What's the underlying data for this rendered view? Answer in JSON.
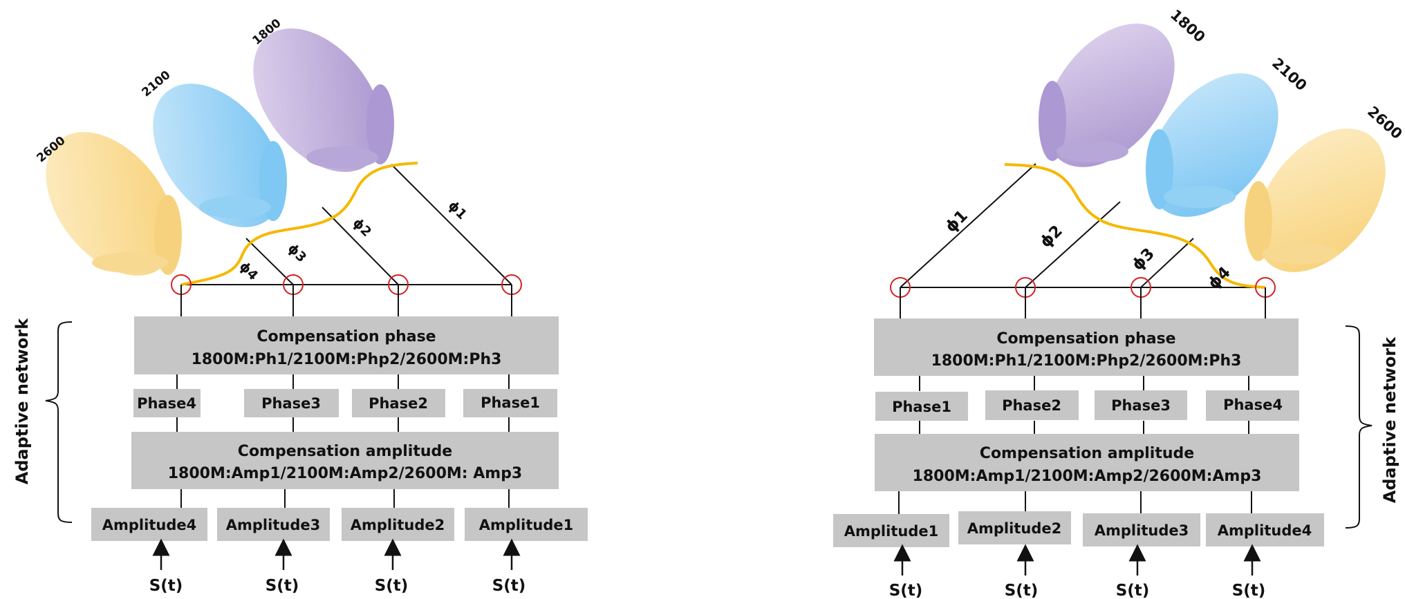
{
  "colors": {
    "box_fill": "#c6c6c6",
    "wavefront": "#f5b800",
    "element_circle": "#d42020",
    "lobe_1800": "#c9b8e0",
    "lobe_2100": "#a9d8f7",
    "lobe_2600": "#fbe2a6",
    "line": "#111111"
  },
  "left": {
    "side_label": "Adaptive network",
    "band_labels": [
      "1800",
      "2100",
      "2600"
    ],
    "phase_symbols": [
      "ϕ1",
      "ϕ2",
      "ϕ3",
      "ϕ4"
    ],
    "compensation_phase": {
      "title": "Compensation phase",
      "detail": "1800M:Ph1/2100M:Php2/2600M:Ph3"
    },
    "phases": [
      "Phase4",
      "Phase3",
      "Phase2",
      "Phase1"
    ],
    "compensation_amplitude": {
      "title": "Compensation amplitude",
      "detail": "1800M:Amp1/2100M:Amp2/2600M: Amp3"
    },
    "amplitudes": [
      "Amplitude4",
      "Amplitude3",
      "Amplitude2",
      "Amplitude1"
    ],
    "signals": [
      "S(t)",
      "S(t)",
      "S(t)",
      "S(t)"
    ]
  },
  "right": {
    "side_label": "Adaptive network",
    "band_labels": [
      "1800",
      "2100",
      "2600"
    ],
    "phase_symbols": [
      "ϕ1",
      "ϕ2",
      "ϕ3",
      "ϕ4"
    ],
    "compensation_phase": {
      "title": "Compensation phase",
      "detail": "1800M:Ph1/2100M:Php2/2600M:Ph3"
    },
    "phases": [
      "Phase1",
      "Phase2",
      "Phase3",
      "Phase4"
    ],
    "compensation_amplitude": {
      "title": "Compensation amplitude",
      "detail": "1800M:Amp1/2100M:Amp2/2600M:Amp3"
    },
    "amplitudes": [
      "Amplitude1",
      "Amplitude2",
      "Amplitude3",
      "Amplitude4"
    ],
    "signals": [
      "S(t)",
      "S(t)",
      "S(t)",
      "S(t)"
    ]
  }
}
